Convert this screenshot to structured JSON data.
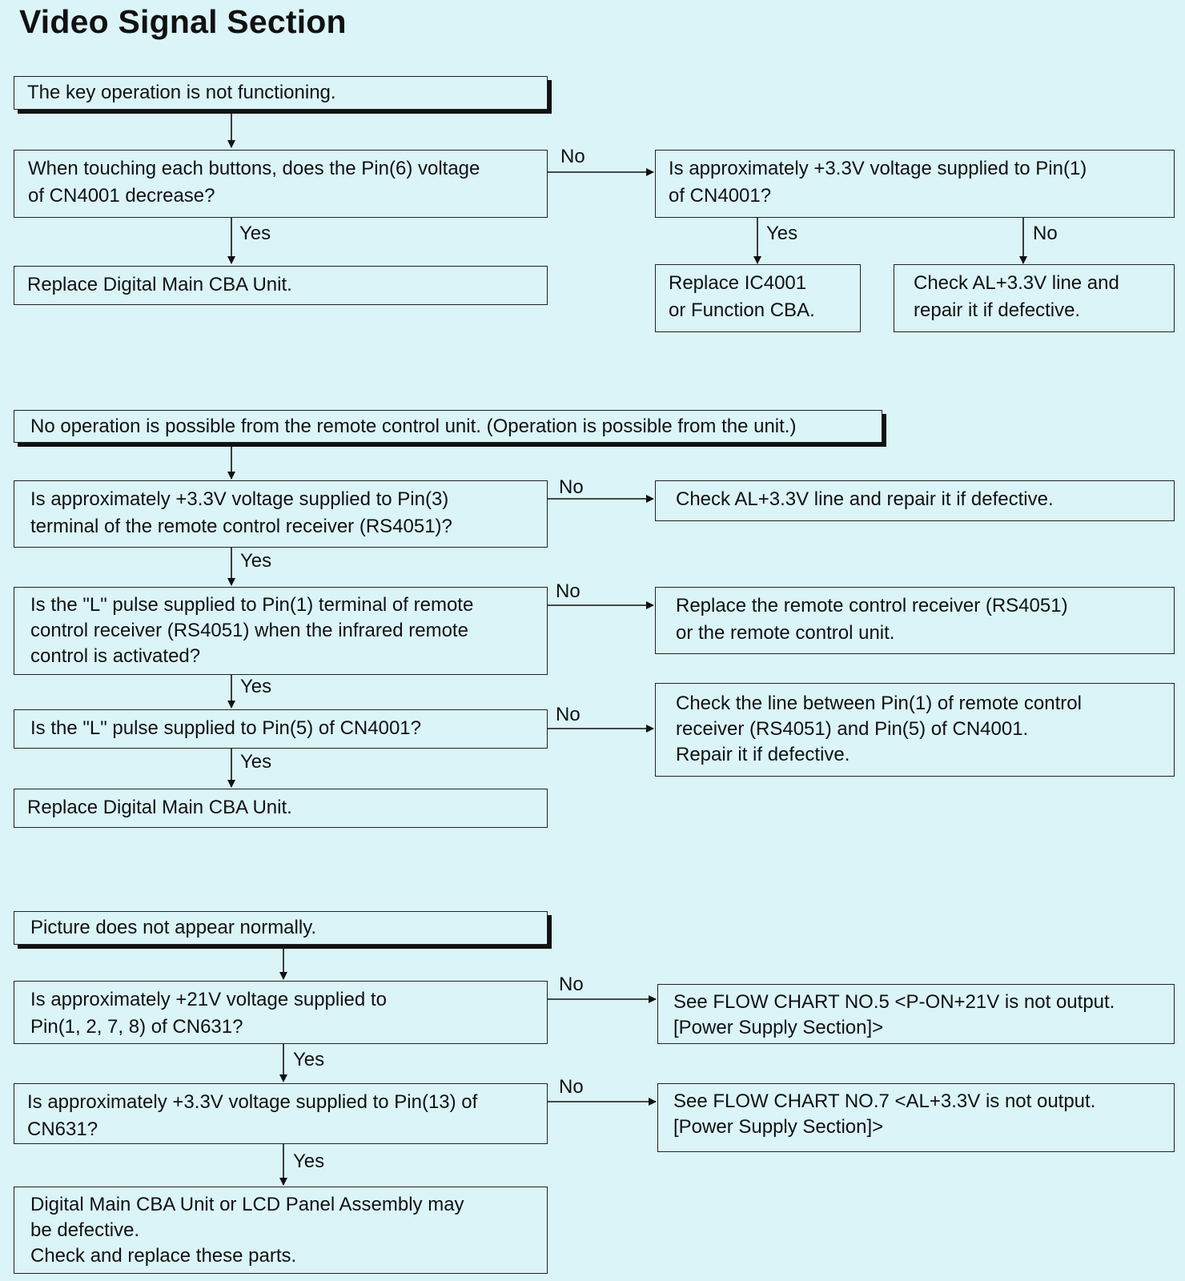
{
  "title": "Video Signal Section",
  "labels": {
    "yes": "Yes",
    "no": "No"
  },
  "flow1": {
    "start": "The key operation is not functioning.",
    "q1": "When touching each buttons, does the Pin(6) voltage\nof CN4001 decrease?",
    "yes1": "Replace Digital Main CBA Unit.",
    "q2": "Is approximately +3.3V voltage supplied to Pin(1)\nof CN4001?",
    "q2_yes": "Replace IC4001\nor Function CBA.",
    "q2_no": "Check AL+3.3V line and\nrepair it if defective."
  },
  "flow2": {
    "start": "No operation is possible from the remote control unit. (Operation is possible from the unit.)",
    "q1": "Is approximately +3.3V voltage supplied to Pin(3)\nterminal of the remote control receiver (RS4051)?",
    "q1_no": "Check AL+3.3V line and repair it if defective.",
    "q2": "Is the \"L\" pulse supplied to Pin(1) terminal of remote\ncontrol receiver (RS4051) when the infrared remote\ncontrol is activated?",
    "q2_no": "Replace the remote control receiver (RS4051)\nor the remote control unit.",
    "q3": "Is the \"L\" pulse supplied to Pin(5) of CN4001?",
    "q3_no": "Check the line between Pin(1) of remote control\nreceiver (RS4051) and Pin(5) of CN4001.\nRepair it if defective.",
    "end": "Replace Digital Main CBA Unit."
  },
  "flow3": {
    "start": "Picture does not appear normally.",
    "q1": "Is approximately +21V voltage supplied to\nPin(1, 2, 7, 8) of CN631?",
    "q1_no": "See FLOW CHART NO.5 <P-ON+21V is not output.\n[Power Supply Section]>",
    "q2": "Is approximately +3.3V voltage supplied to Pin(13) of\nCN631?",
    "q2_no": "See FLOW CHART NO.7 <AL+3.3V is not output.\n[Power Supply Section]>",
    "end": "Digital Main CBA Unit or LCD Panel Assembly may\nbe defective.\nCheck and replace these parts."
  }
}
